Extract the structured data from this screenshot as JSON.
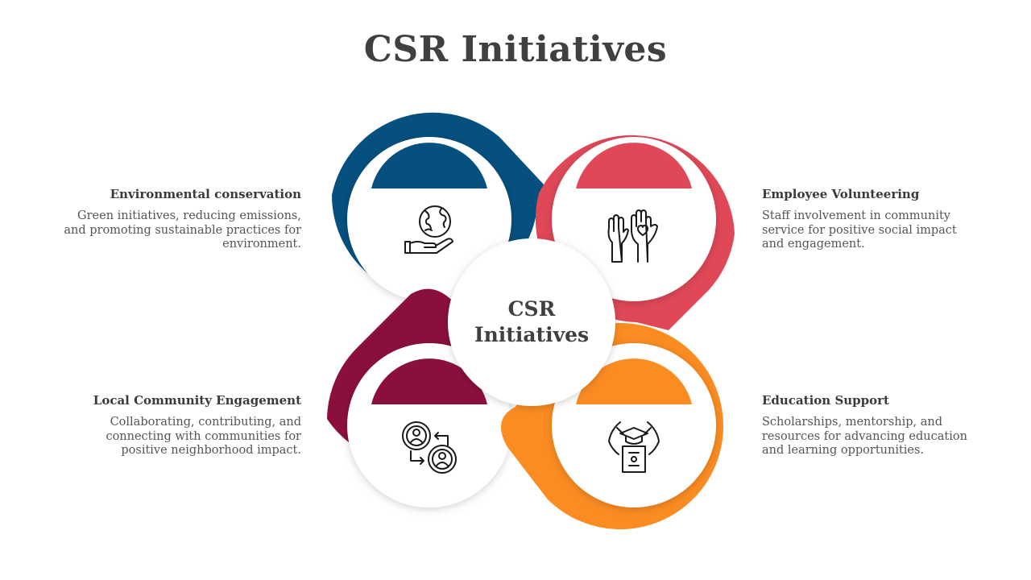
{
  "title": "CSR Initiatives",
  "center": {
    "line1": "CSR",
    "line2": "Initiatives"
  },
  "items": [
    {
      "heading": "Environmental conservation",
      "line1": "Green initiatives, reducing emissions,",
      "line2": "and promoting sustainable practices for",
      "line3": "environment.",
      "color": "#05507f",
      "icon": "globe-hand-icon"
    },
    {
      "heading": "Employee Volunteering",
      "line1": "Staff involvement in community",
      "line2": "service for positive social impact",
      "line3": "and engagement.",
      "color": "#e04858",
      "icon": "raised-hands-heart-icon"
    },
    {
      "heading": "Local Community Engagement",
      "line1": "Collaborating, contributing, and",
      "line2": "connecting with communities for",
      "line3": "positive neighborhood impact.",
      "color": "#8b0f3d",
      "icon": "people-exchange-icon"
    },
    {
      "heading": "Education Support",
      "line1": "Scholarships, mentorship, and",
      "line2": "resources for advancing education",
      "line3": "and learning opportunities.",
      "color": "#fb8c22",
      "icon": "graduation-hands-icon"
    }
  ]
}
